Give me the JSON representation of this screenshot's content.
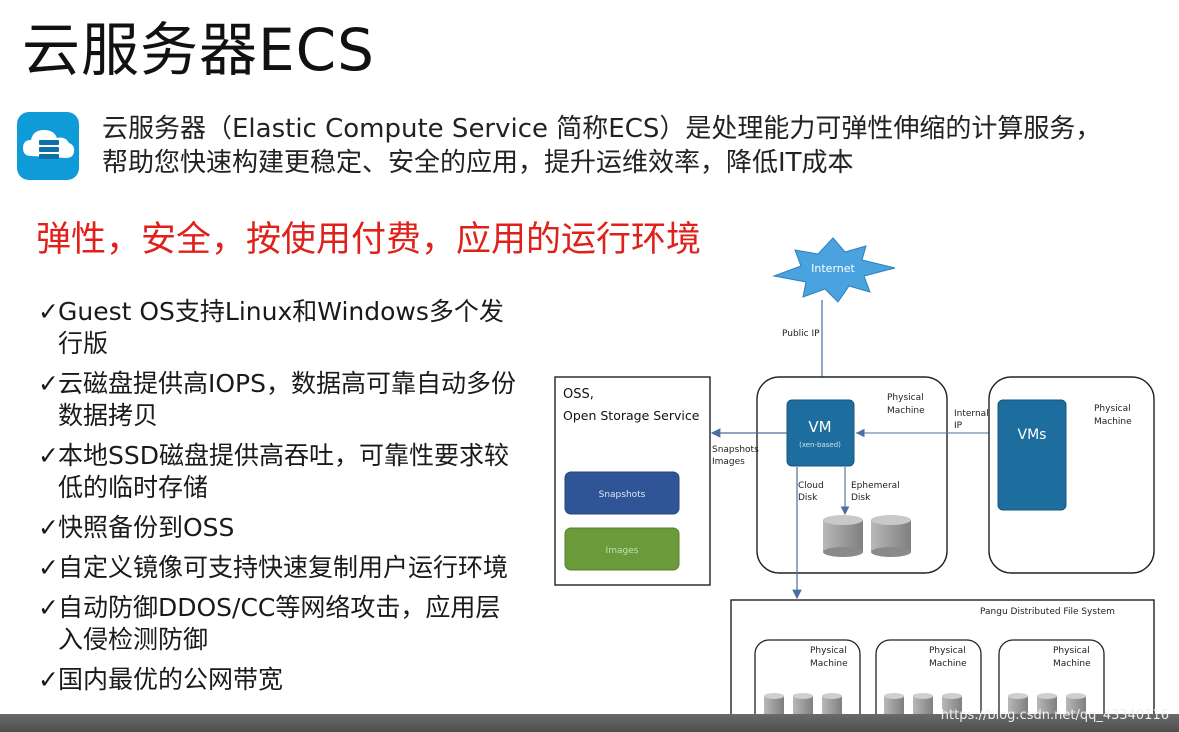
{
  "title": "云服务器ECS",
  "intro": {
    "icon": "cloud-server-icon",
    "lines": [
      "云服务器（Elastic Compute Service 简称ECS）是处理能力可弹性伸缩的计算服务，",
      "帮助您快速构建更稳定、安全的应用，提升运维效率，降低IT成本"
    ]
  },
  "tagline": "弹性，安全，按使用付费，应用的运行环境",
  "features": [
    "Guest OS支持Linux和Windows多个发行版",
    "云磁盘提供高IOPS，数据高可靠自动多份数据拷贝",
    "本地SSD磁盘提供高吞吐，可靠性要求较低的临时存储",
    "快照备份到OSS",
    "自定义镜像可支持快速复制用户运行环境",
    "自动防御DDOS/CC等网络攻击，应用层入侵检测防御",
    "国内最优的公网带宽"
  ],
  "check_mark": "✓",
  "diagram": {
    "internet": "Internet",
    "public_ip": "Public IP",
    "oss_title": "OSS,",
    "oss_subtitle": "Open Storage Service",
    "snapshots_btn": "Snapshots",
    "images_btn": "Images",
    "snapshots_images_1": "Snapshots",
    "snapshots_images_2": "Images",
    "vm_label": "VM",
    "vm_sub": "(xen-based)",
    "physical_1": "Physical",
    "physical_2": "Machine",
    "internal_ip_1": "Internal",
    "internal_ip_2": "IP",
    "vms_label": "VMs",
    "cloud_disk_1": "Cloud",
    "cloud_disk_2": "Disk",
    "ephemeral_1": "Ephemeral",
    "ephemeral_2": "Disk",
    "pangu": "Pangu Distributed File System",
    "colors": {
      "vm_blue": "#1d6e9e",
      "snapshot_blue": "#2f5597",
      "images_green": "#6a9a3a",
      "disk_gray": "#9a9a9a",
      "internet_blue": "#4aa3df"
    }
  },
  "watermark": "https://blog.csdn.net/qq_43340116"
}
